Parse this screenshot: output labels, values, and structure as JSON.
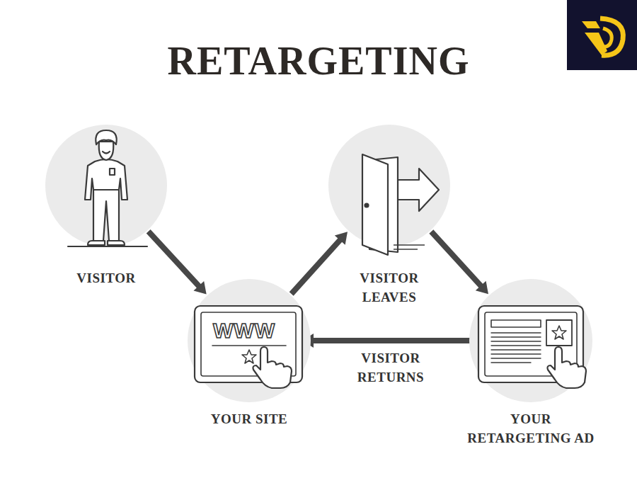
{
  "diagram": {
    "title": "RETARGETING",
    "nodes": [
      {
        "text": [
          "VISITOR"
        ]
      },
      {
        "text": [
          "YOUR SITE"
        ]
      },
      {
        "text": [
          "VISITOR LEAVES"
        ]
      },
      {
        "text": [
          "YOUR RETARGETING AD"
        ]
      }
    ],
    "edges": [
      {
        "from": 0,
        "to": 1,
        "arrow": "to"
      },
      {
        "from": 1,
        "to": 2,
        "arrow": "to"
      },
      {
        "from": 2,
        "to": 3,
        "arrow": "to"
      },
      {
        "from": 3,
        "to": 1,
        "label": "VISITOR RETURNS",
        "arrow": "to"
      }
    ],
    "labels": [
      "WWW"
    ]
  }
}
